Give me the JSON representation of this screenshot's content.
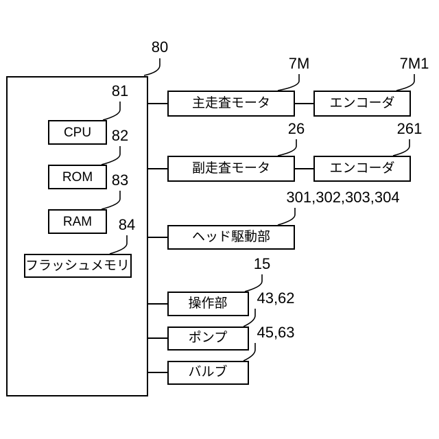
{
  "controller": {
    "ref": "80"
  },
  "internal": [
    {
      "ref": "81",
      "label": "CPU"
    },
    {
      "ref": "82",
      "label": "ROM"
    },
    {
      "ref": "83",
      "label": "RAM"
    },
    {
      "ref": "84",
      "label": "フラッシュメモリ"
    }
  ],
  "devices": [
    {
      "ref": "7M",
      "label": "主走査モータ",
      "encoder": {
        "ref": "7M1",
        "label": "エンコーダ"
      }
    },
    {
      "ref": "26",
      "label": "副走査モータ",
      "encoder": {
        "ref": "261",
        "label": "エンコーダ"
      }
    },
    {
      "ref": "301,302,303,304",
      "label": "ヘッド駆動部"
    },
    {
      "ref": "15",
      "label": "操作部"
    },
    {
      "ref": "43,62",
      "label": "ポンプ"
    },
    {
      "ref": "45,63",
      "label": "バルブ"
    }
  ]
}
